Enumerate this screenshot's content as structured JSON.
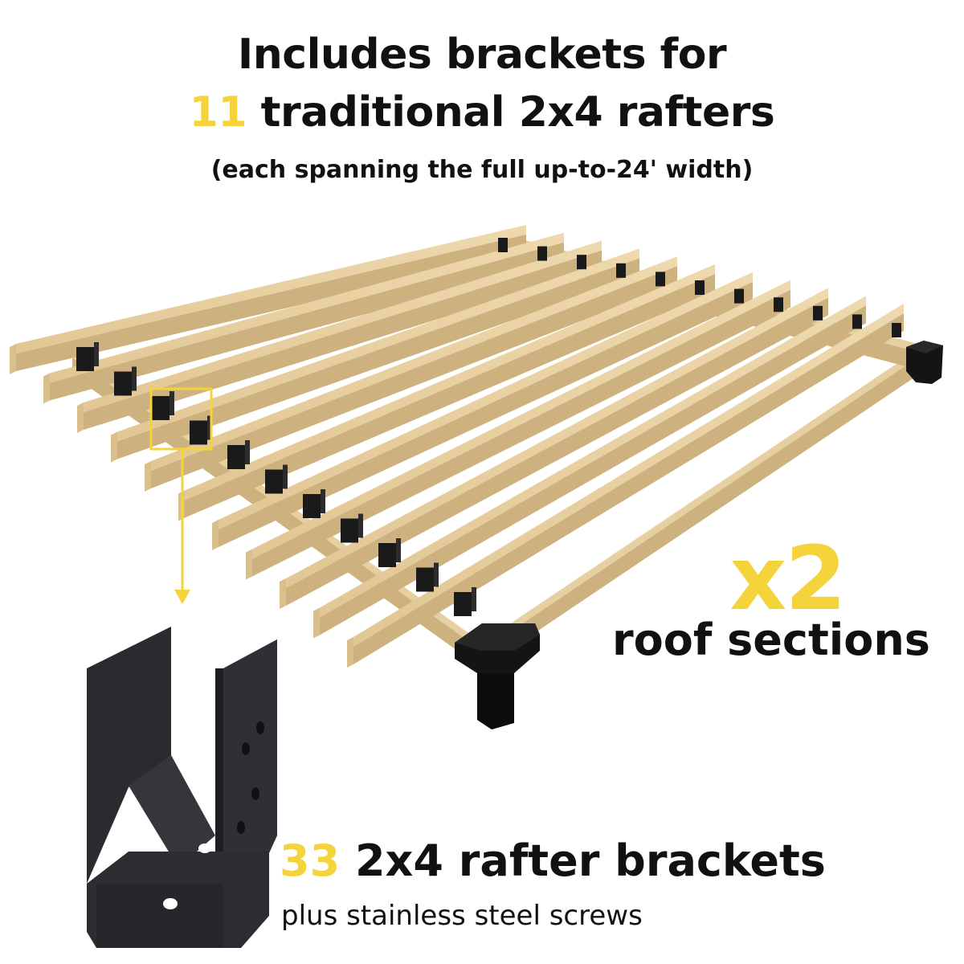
{
  "heading": {
    "line1": "Includes brackets for",
    "line2_count": "11",
    "line2_rest": "traditional 2x4 rafters",
    "line3": "(each spanning the full up-to-24' width)"
  },
  "roof": {
    "multiplier": "x2",
    "label": "roof sections"
  },
  "brackets": {
    "count": "33",
    "label": "2x4 rafter brackets",
    "sub": "plus stainless steel screws"
  },
  "colors": {
    "accent": "#f5d33a",
    "text": "#111111",
    "wood": "#e6cfa0",
    "wood_shade": "#cdb27f",
    "metal": "#1a1a1a",
    "bracket": "#2c2d31"
  },
  "icons": [
    "rafter-bracket-icon",
    "corner-post-bracket-icon",
    "pointer-arrow-icon"
  ]
}
